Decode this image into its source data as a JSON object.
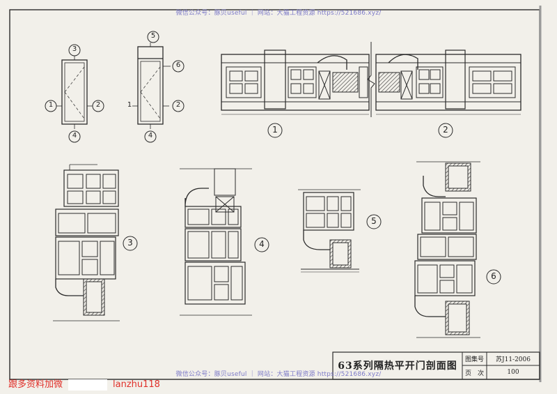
{
  "watermark": {
    "text": "微信公众号：豚贝useful ｜ 网站：大猫工程资源 https://521686.xyz/"
  },
  "footer": {
    "red_prefix": "跟多资料加微",
    "red_suffix": "lanzhu118"
  },
  "title_block": {
    "title": "63系列隔热平开门剖面图",
    "atlas_label": "图集号",
    "atlas_value": "苏J11-2006",
    "page_label": "页　次",
    "page_value": "100"
  },
  "callouts": {
    "c1": "1",
    "c2": "2",
    "c3": "3",
    "c4": "4",
    "c5": "5",
    "c6": "6",
    "plain_1": "1"
  },
  "colors": {
    "line": "#2a2a2a",
    "paper": "#f2f0ea",
    "watermark": "#7d7ac8",
    "red": "#e0302a"
  }
}
